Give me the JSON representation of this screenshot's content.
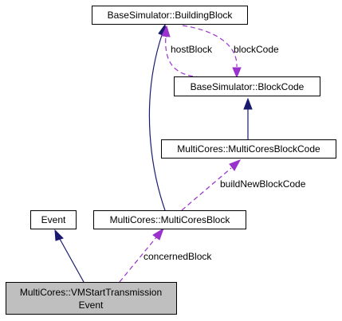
{
  "nodes": {
    "building_block": "BaseSimulator::BuildingBlock",
    "block_code": "BaseSimulator::BlockCode",
    "multicores_block_code": "MultiCores::MultiCoresBlockCode",
    "event": "Event",
    "multicores_block": "MultiCores::MultiCoresBlock",
    "vm_start_line1": "MultiCores::VMStartTransmission",
    "vm_start_line2": "Event"
  },
  "edge_labels": {
    "host_block": "hostBlock",
    "block_code": "blockCode",
    "build_new_block_code": "buildNewBlockCode",
    "concerned_block": "concernedBlock"
  },
  "colors": {
    "inheritance": "#191970",
    "association": "#9a32cd",
    "focus_fill": "#bfbfbf"
  }
}
